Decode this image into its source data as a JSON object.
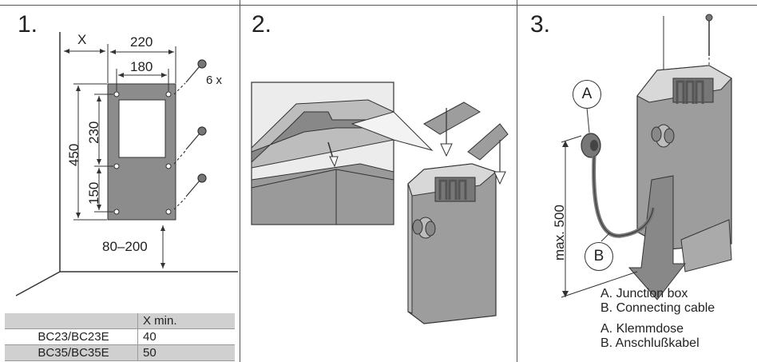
{
  "steps": [
    "1.",
    "2.",
    "3."
  ],
  "panel1": {
    "dim_x": "X",
    "dim_220": "220",
    "dim_180": "180",
    "dim_screws": "6 x",
    "dim_450": "450",
    "dim_230": "230",
    "dim_150": "150",
    "dim_80_200": "80–200"
  },
  "table": {
    "header": [
      "",
      "X min."
    ],
    "rows": [
      [
        "BC23/BC23E",
        "40"
      ],
      [
        "BC35/BC35E",
        "50"
      ]
    ]
  },
  "panel3": {
    "label_a": "A",
    "label_b": "B",
    "dim_max500": "max. 500",
    "legend": [
      "A. Junction box",
      "B. Connecting cable",
      "A. Klemmdose",
      "B. Anschlußkabel"
    ]
  }
}
